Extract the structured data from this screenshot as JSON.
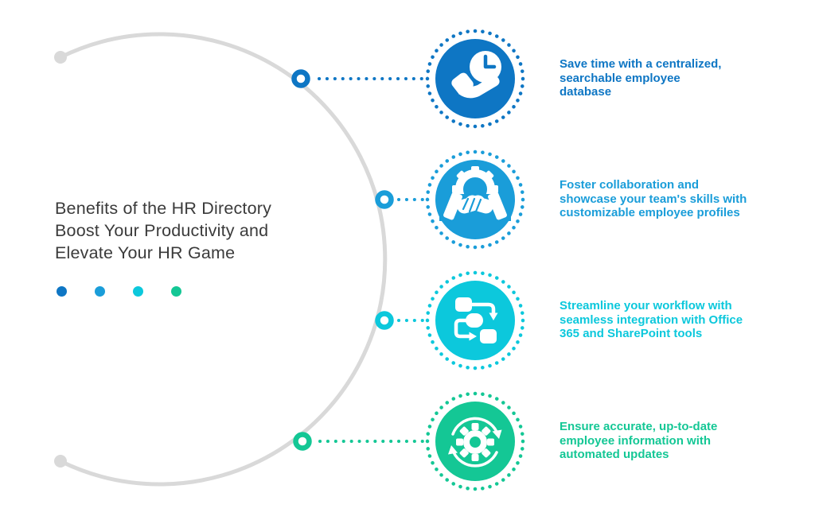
{
  "palette": {
    "arc_gray": "#d9d9d9",
    "title_text": "#3b3b3b",
    "background": "#ffffff"
  },
  "title": {
    "text": "Benefits of the HR Directory\nBoost Your Productivity and\nElevate Your HR Game"
  },
  "legend_dots": [
    {
      "color": "#0e76c4"
    },
    {
      "color": "#1a9dd9"
    },
    {
      "color": "#0cc8dc"
    },
    {
      "color": "#14c795"
    }
  ],
  "benefits": [
    {
      "icon": "hand-clock-icon",
      "color": "#0e76c4",
      "text": "Save time with a centralized,\nsearchable employee\ndatabase"
    },
    {
      "icon": "handshake-gear-icon",
      "color": "#1a9dd9",
      "text": "Foster collaboration and\nshowcase your team's skills with\ncustomizable employee profiles"
    },
    {
      "icon": "workflow-icon",
      "color": "#0cc8dc",
      "text": "Streamline your workflow with\nseamless integration with Office\n365 and SharePoint tools"
    },
    {
      "icon": "sync-gear-icon",
      "color": "#14c795",
      "text": "Ensure accurate, up-to-date\nemployee information with\nautomated updates"
    }
  ]
}
